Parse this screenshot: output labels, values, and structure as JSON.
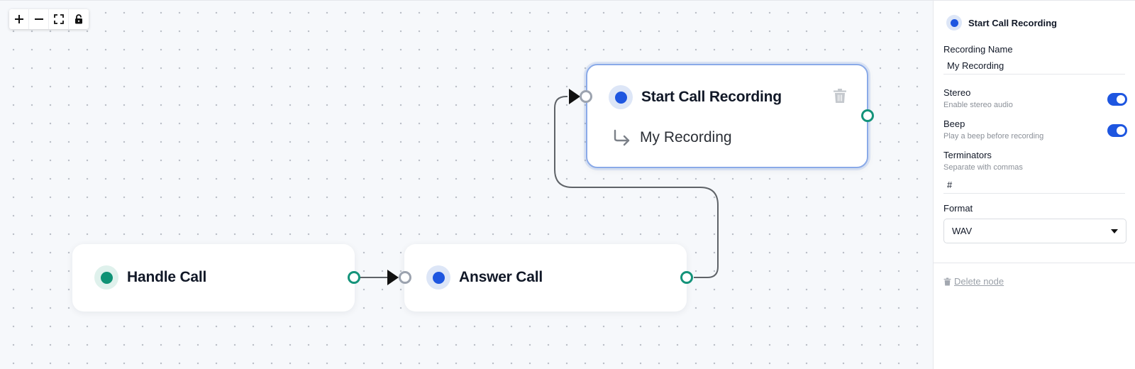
{
  "colors": {
    "accent_blue": "#1e56e0",
    "handle_green": "#14937a",
    "start_node_dot": "#0f9275",
    "start_node_dot_bg": "#dff1ec",
    "action_node_dot": "#1e56e0",
    "action_node_dot_bg": "#dde6f7",
    "edge": "#5f6368"
  },
  "controls": {
    "zoom_in": "plus-icon",
    "zoom_out": "minus-icon",
    "fit_view": "fit-view-icon",
    "lock": "lock-icon"
  },
  "nodes": {
    "handle_call": {
      "title": "Handle Call"
    },
    "answer_call": {
      "title": "Answer Call"
    },
    "start_recording": {
      "title": "Start Call Recording",
      "subtitle": "My Recording",
      "delete_icon": "trash-icon",
      "sub_icon": "return-arrow-icon"
    }
  },
  "panel": {
    "title": "Start Call Recording",
    "recording_name": {
      "label": "Recording Name",
      "value": "My Recording"
    },
    "stereo": {
      "label": "Stereo",
      "help": "Enable stereo audio",
      "enabled": true
    },
    "beep": {
      "label": "Beep",
      "help": "Play a beep before recording",
      "enabled": true
    },
    "terminators": {
      "label": "Terminators",
      "help": "Separate with commas",
      "value": "#"
    },
    "format": {
      "label": "Format",
      "value": "WAV"
    },
    "delete_label": "Delete node"
  }
}
